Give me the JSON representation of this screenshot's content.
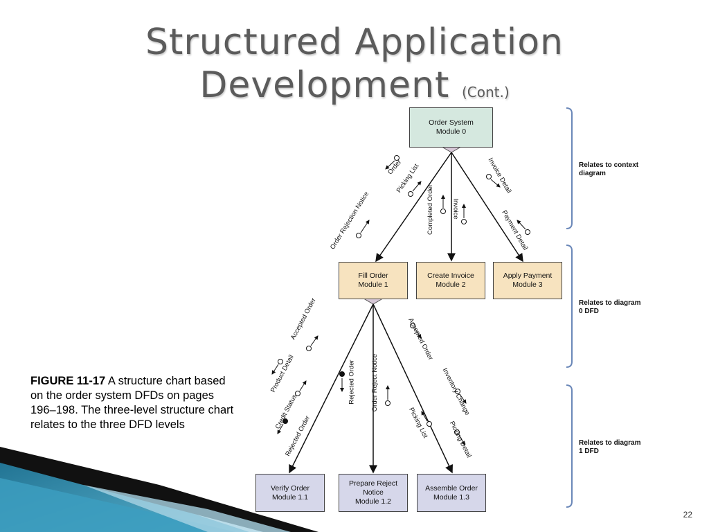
{
  "title": {
    "main": "Structured Application Development",
    "line1": "Structured Application",
    "line2": "Development",
    "cont": "(Cont.)"
  },
  "caption": {
    "figure": "FIGURE 11-17",
    "text": " A structure chart based on the order system DFDs on pages 196–198. The three-level structure chart relates to the three DFD levels"
  },
  "slide_number": "22",
  "modules": {
    "m0": {
      "name": "Order System",
      "id": "Module 0"
    },
    "m1": {
      "name": "Fill Order",
      "id": "Module 1"
    },
    "m2": {
      "name": "Create Invoice",
      "id": "Module 2"
    },
    "m3": {
      "name": "Apply Payment",
      "id": "Module 3"
    },
    "m11": {
      "name": "Verify Order",
      "id": "Module 1.1"
    },
    "m12": {
      "name": "Prepare Reject Notice",
      "name1": "Prepare Reject",
      "name2": "Notice",
      "id": "Module 1.2"
    },
    "m13": {
      "name": "Assemble Order",
      "id": "Module 1.3"
    }
  },
  "flows": {
    "order": "Order",
    "picking_list": "Picking List",
    "order_rejection_notice": "Order Rejection Notice",
    "completed_order": "Completed Order",
    "invoice": "Invoice",
    "invoice_detail": "Invoice Detail",
    "payment_detail": "Payment Detail",
    "accepted_order_left": "Accepted Order",
    "product_detail": "Product Detail",
    "credit_status": "Credit Status",
    "rejected_order_left": "Rejected Order",
    "rejected_order_mid": "Rejected Order",
    "order_reject_notice": "Order Reject Notice",
    "accepted_order_right": "Accepted Order",
    "inventory_change": "Inventory Change",
    "picking_list_right": "Picking List",
    "picking_detail": "Picking Detail"
  },
  "relations": {
    "context": {
      "line1": "Relates to context",
      "line2": "diagram"
    },
    "dfd0": {
      "line1": "Relates to diagram",
      "line2": "0 DFD"
    },
    "dfd1": {
      "line1": "Relates to diagram",
      "line2": "1 DFD"
    }
  }
}
